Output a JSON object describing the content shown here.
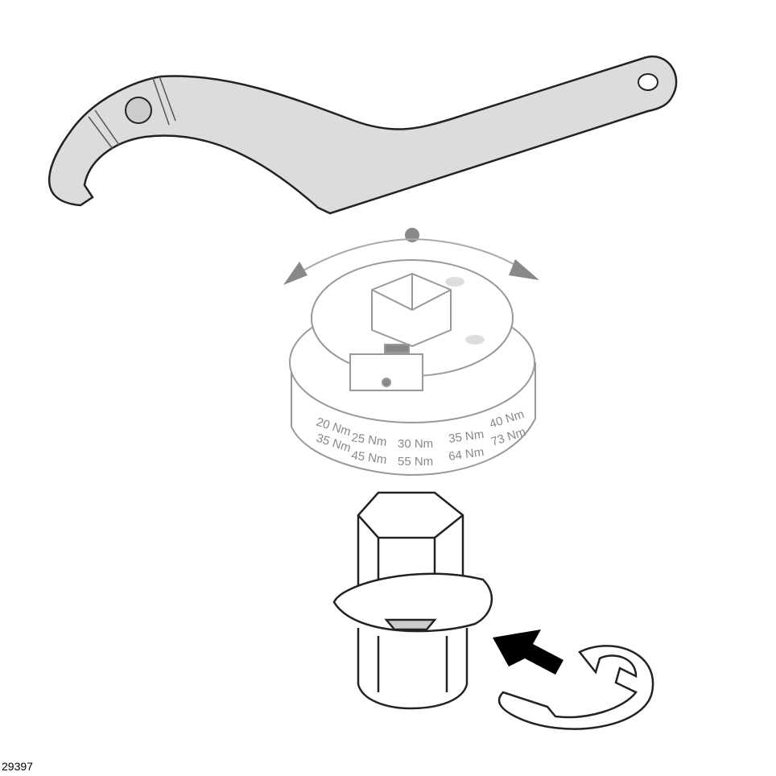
{
  "figure_id": "29397",
  "torque_ring": {
    "top_row": [
      "20 Nm",
      "25 Nm",
      "30 Nm",
      "35 Nm",
      "40 Nm"
    ],
    "bottom_row": [
      "35 Nm",
      "45 Nm",
      "55 Nm",
      "64 Nm",
      "73 Nm"
    ]
  },
  "colors": {
    "line": "#222222",
    "fill": "#dcdcdc",
    "faded": "#9a9a9a",
    "arrow": "#000000"
  }
}
